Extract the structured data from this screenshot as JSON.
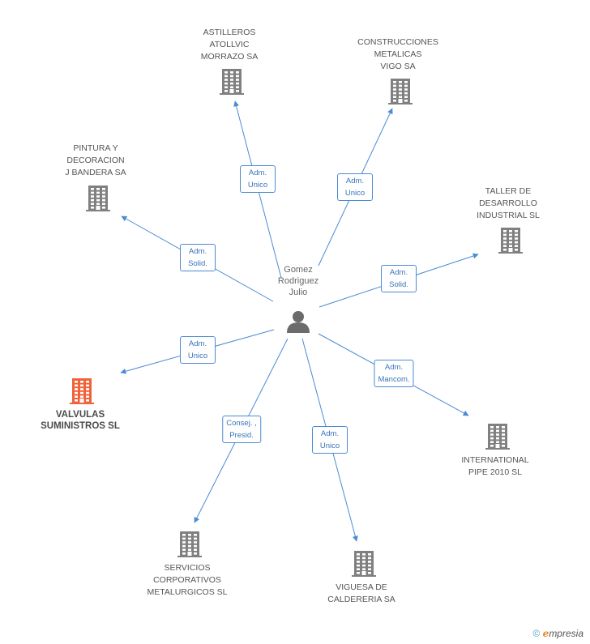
{
  "center": {
    "name": "Gomez\nRodriguez\nJulio",
    "icon": "person-icon"
  },
  "nodes": [
    {
      "id": "astilleros",
      "label": "ASTILLEROS\nATOLLVIC\nMORRAZO SA",
      "role": "Adm.\nUnico",
      "icon": "building-icon",
      "highlight": false
    },
    {
      "id": "construcciones",
      "label": "CONSTRUCCIONES\nMETALICAS\nVIGO SA",
      "role": "Adm.\nUnico",
      "icon": "building-icon",
      "highlight": false
    },
    {
      "id": "pintura",
      "label": "PINTURA Y\nDECORACION\nJ BANDERA SA",
      "role": "Adm.\nSolid.",
      "icon": "building-icon",
      "highlight": false
    },
    {
      "id": "taller",
      "label": "TALLER DE\nDESARROLLO\nINDUSTRIAL SL",
      "role": "Adm.\nSolid.",
      "icon": "building-icon",
      "highlight": false
    },
    {
      "id": "valvulas",
      "label": "VALVULAS\nSUMINISTROS SL",
      "role": "Adm.\nUnico",
      "icon": "building-icon",
      "highlight": true
    },
    {
      "id": "international",
      "label": "INTERNATIONAL\nPIPE 2010 SL",
      "role": "Adm.\nMancom.",
      "icon": "building-icon",
      "highlight": false
    },
    {
      "id": "servicios",
      "label": "SERVICIOS\nCORPORATIVOS\nMETALURGICOS SL",
      "role": "Consej. ,\nPresid.",
      "icon": "building-icon",
      "highlight": false
    },
    {
      "id": "viguesa",
      "label": "VIGUESA DE\nCALDERERIA SA",
      "role": "Adm.\nUnico",
      "icon": "building-icon",
      "highlight": false
    }
  ],
  "colors": {
    "edge": "#4a8bd4",
    "building": "#808080",
    "highlight": "#f0623a",
    "person": "#6b6b6b"
  },
  "brand": {
    "copyright": "©",
    "name_initial": "e",
    "name_rest": "mpresia"
  }
}
